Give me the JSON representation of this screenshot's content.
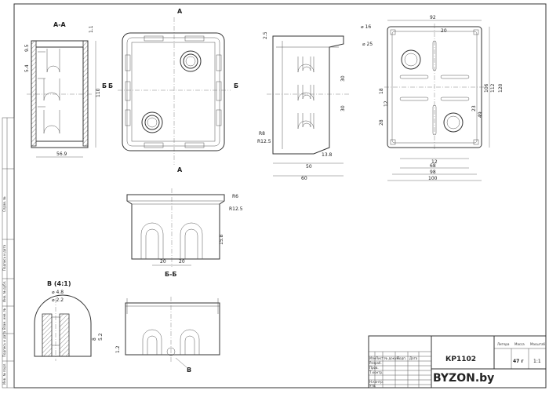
{
  "sections": {
    "aa": "А-А",
    "bb": "Б-Б",
    "v_detail": "В (4:1)",
    "a_mark": "А",
    "b_mark": "Б",
    "v_mark": "В"
  },
  "dims": {
    "aa_height": "110",
    "aa_bottom": "56.9",
    "aa_d1": "9.5",
    "aa_d2": "5.4",
    "aa_d3": "1.1",
    "side_top": "2.5",
    "side_r8": "R8",
    "side_r12": "R12.5",
    "side_50": "50",
    "side_60": "60",
    "side_13": "13.8",
    "side_30a": "30",
    "side_30b": "30",
    "top_92": "92",
    "top_20": "20",
    "top_d16": "⌀ 16",
    "top_d25": "⌀ 25",
    "top_106": "106",
    "top_112": "112",
    "top_120": "120",
    "top_18": "18",
    "top_28": "28",
    "top_12b": "12",
    "top_23": "23",
    "top_49": "49",
    "top_12": "12",
    "top_68": "68",
    "top_98": "98",
    "top_100": "100",
    "bb_r6": "R6",
    "bb_r12": "R12.5",
    "bb_20a": "20",
    "bb_20b": "20",
    "bb_15": "15.8",
    "v_d48": "⌀ 4.8",
    "v_d22": "⌀ 2.2",
    "v_8": "8",
    "v_52": "5.2",
    "bot_12": "1.2"
  },
  "title_block": {
    "part_number": "КР1102",
    "mass": "47 г",
    "scale": "1:1",
    "col_letter": "Литера",
    "col_mass": "Масса",
    "col_scale": "Масштаб",
    "row_izm": "Изм",
    "row_list": "Лист",
    "row_doc": "№ докум.",
    "row_sign": "Подп.",
    "row_date": "Дата",
    "row_razrab": "Разраб.",
    "row_prov": "Пров.",
    "row_tkontr": "Т.контр.",
    "row_nkontr": "Н.контр.",
    "row_utv": "Утв."
  },
  "side_strip": {
    "s1": "Справ. №",
    "s2": "Подпись и дата",
    "s3": "Инв. № дубл.",
    "s4": "Взам. инв. №",
    "s5": "Подпись и дата",
    "s6": "Инв. № подл."
  },
  "brand": "BYZON.by",
  "colors": {
    "brand_blue": "#1e5fa8",
    "line": "#333333"
  }
}
